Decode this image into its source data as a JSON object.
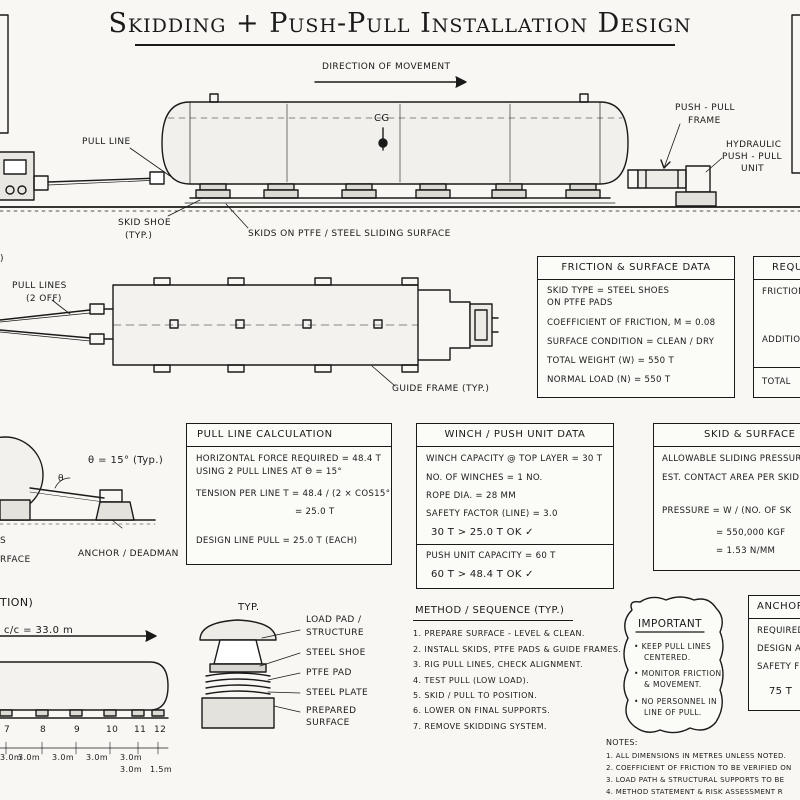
{
  "title": "Skidding + Push-Pull Installation Design",
  "elevation": {
    "direction": "Direction of Movement",
    "cg": "CG",
    "pull_line": "Pull Line",
    "push_pull_frame": [
      "Push - Pull",
      "Frame"
    ],
    "hydraulic_unit": [
      "Hydraulic",
      "Push - Pull",
      "Unit"
    ],
    "skid_shoe": [
      "Skid Shoe",
      "(Typ.)"
    ],
    "skids_surface": "Skids on PTFE / Steel Sliding Surface"
  },
  "plan": {
    "pull_lines": [
      "Pull Lines",
      "(2 off)"
    ],
    "guide_frame": "Guide Frame (Typ.)",
    "paren": ")"
  },
  "friction_box": {
    "title": "Friction & Surface Data",
    "rows": [
      "Skid Type          =  Steel Shoes",
      "                        on PTFE Pads",
      "Coefficient of Friction, μ  =  0.08",
      "Surface Condition  =  Clean / Dry",
      "Total Weight (W)   =  550 t",
      "Normal Load (N)    =  550 t"
    ]
  },
  "req_box": {
    "title": "Requ",
    "rows": [
      "Friction",
      "Additiona",
      "Total"
    ]
  },
  "detail_a": {
    "theta_typ": "θ = 15° (Typ.)",
    "theta": "θ",
    "s": "s",
    "rface": "rface",
    "anchor": "Anchor / Deadman"
  },
  "pull_box": {
    "title": "Pull Line Calculation",
    "rows": [
      "Horizontal Force Required = 48.4 t",
      "Using 2 Pull Lines at θ = 15°",
      "Tension per Line  T = 48.4 / (2 × cos15°)",
      "= 25.0 t",
      "Design Line Pull  =  25.0 t  (Each)"
    ]
  },
  "winch_box": {
    "title": "Winch / Push Unit Data",
    "rows": [
      "Winch Capacity @ Top Layer = 30 t",
      "No. of Winches       =  1 No.",
      "Rope Dia.            =  28 mm",
      "Safety Factor (Line) = 3.0",
      "30 t > 25.0 t      OK ✓",
      "Push Unit Capacity   =  60 t",
      "60 t > 48.4 t      OK ✓"
    ]
  },
  "skid_box": {
    "title": "Skid & Surface",
    "rows": [
      "Allowable Sliding Pressure",
      "Est. Contact Area per Skid",
      "Pressure  =  W / (No. of Sk",
      "=  550,000 kgf",
      "=  1.53 N/mm"
    ]
  },
  "bottom_elev": {
    "label": "tion)",
    "cc": "c/c = 33.0 m",
    "skid_numbers": [
      "7",
      "8",
      "9",
      "10",
      "11",
      "12"
    ],
    "spacings": [
      "3.0m",
      "3.0m",
      "3.0m",
      "3.0m",
      "3.0m",
      "3.0m",
      "1.5m"
    ]
  },
  "detail_typ": {
    "typ": "Typ.",
    "labels": [
      "Load Pad /",
      "Structure",
      "Steel Shoe",
      "PTFE Pad",
      "Steel Plate",
      "Prepared",
      "Surface"
    ]
  },
  "method": {
    "title": "Method / Sequence (Typ.)",
    "steps": [
      "1. Prepare surface - level & clean.",
      "2. Install skids, PTFE pads & guide frames.",
      "3. Rig pull lines, check alignment.",
      "4. Test pull (low load).",
      "5. Skid / pull to position.",
      "6. Lower on final supports.",
      "7. Remove skidding system."
    ]
  },
  "important": {
    "title": "Important",
    "bullets": [
      [
        "• Keep pull lines",
        "centered."
      ],
      [
        "• Monitor friction",
        "& movement."
      ],
      [
        "• No personnel in",
        "line of pull."
      ]
    ]
  },
  "anchor_box": {
    "title": "Anchor",
    "rows": [
      "Required",
      "Design A",
      "Safety F",
      "75 t"
    ]
  },
  "notes": {
    "title": "Notes:",
    "items": [
      "1. All dimensions in metres unless noted.",
      "2. Coefficient of friction to be verified on",
      "3. Load path & structural supports to be",
      "4. Method statement & risk assessment r"
    ]
  }
}
